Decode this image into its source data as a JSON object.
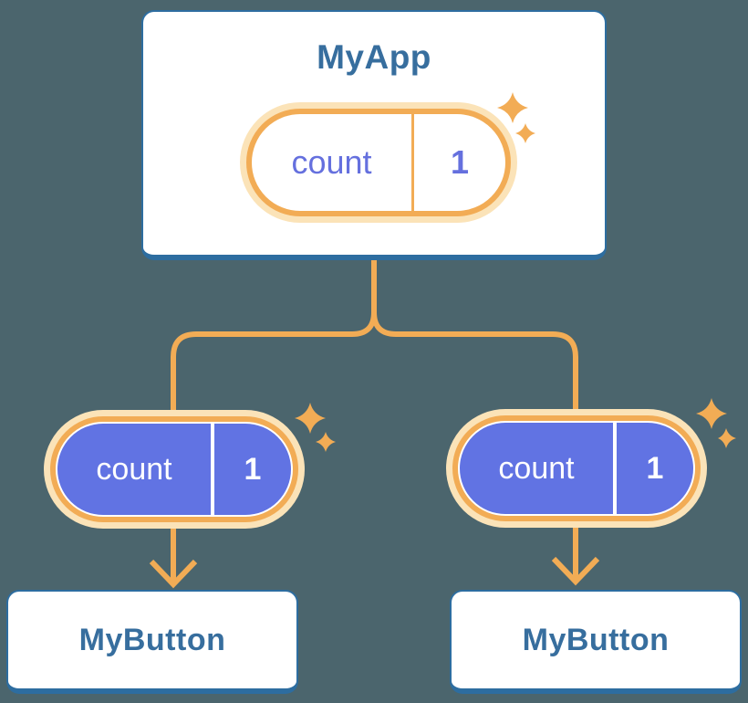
{
  "background_color": "#4B656D",
  "palette": {
    "card_border_blue": "#2D6DA0",
    "card_background": "#FFFFFF",
    "title_text_blue": "#376E9E",
    "accent_orange": "#F2AC55",
    "pill_halo_cream": "#FBE3B8",
    "pill_purple": "#6173E3",
    "state_text_purple": "#6570DE",
    "prop_text_white": "#FFFFFF"
  },
  "diagram": {
    "root": {
      "title": "MyApp",
      "state_pill": {
        "label": "count",
        "value": "1",
        "icon": "sparkle-icon"
      }
    },
    "children": [
      {
        "title": "MyButton",
        "prop_pill": {
          "label": "count",
          "value": "1",
          "icon": "sparkle-icon"
        }
      },
      {
        "title": "MyButton",
        "prop_pill": {
          "label": "count",
          "value": "1",
          "icon": "sparkle-icon"
        }
      }
    ]
  }
}
